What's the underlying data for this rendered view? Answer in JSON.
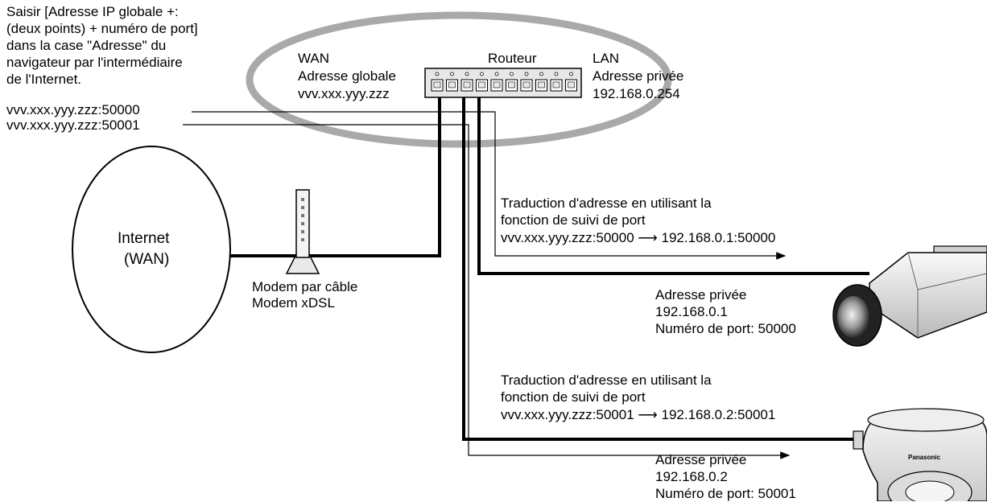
{
  "instruction": {
    "line1": "Saisir [Adresse IP globale +:",
    "line2": "(deux points) + numéro de port]",
    "line3": "dans la case \"Adresse\" du",
    "line4": "navigateur par l'intermédiaire",
    "line5": "de l'Internet."
  },
  "entries": {
    "addr1": "vvv.xxx.yyy.zzz:50000",
    "addr2": "vvv.xxx.yyy.zzz:50001"
  },
  "router": {
    "wan_title": "WAN",
    "wan_sub": "Adresse globale",
    "wan_addr": "vvv.xxx.yyy.zzz",
    "name": "Routeur",
    "lan_title": "LAN",
    "lan_sub": "Adresse privée",
    "lan_addr": "192.168.0.254",
    "port_count": 10
  },
  "internet": {
    "line1": "Internet",
    "line2": "(WAN)"
  },
  "modem": {
    "line1": "Modem par câble",
    "line2": "Modem xDSL"
  },
  "translation1": {
    "line1": "Traduction d'adresse en utilisant la",
    "line2": "fonction de suivi de port",
    "from": "vvv.xxx.yyy.zzz:50000",
    "arrow": "⟶",
    "to": "192.168.0.1:50000"
  },
  "camera1": {
    "line1": "Adresse privée",
    "line2": "192.168.0.1",
    "line3": "Numéro de port: 50000"
  },
  "translation2": {
    "line1": "Traduction d'adresse en utilisant la",
    "line2": "fonction de suivi de port",
    "from": "vvv.xxx.yyy.zzz:50001",
    "arrow": "⟶",
    "to": "192.168.0.2:50001"
  },
  "camera2": {
    "line1": "Adresse privée",
    "line2": "192.168.0.2",
    "line3": "Numéro de port: 50001",
    "brand": "Panasonic"
  }
}
